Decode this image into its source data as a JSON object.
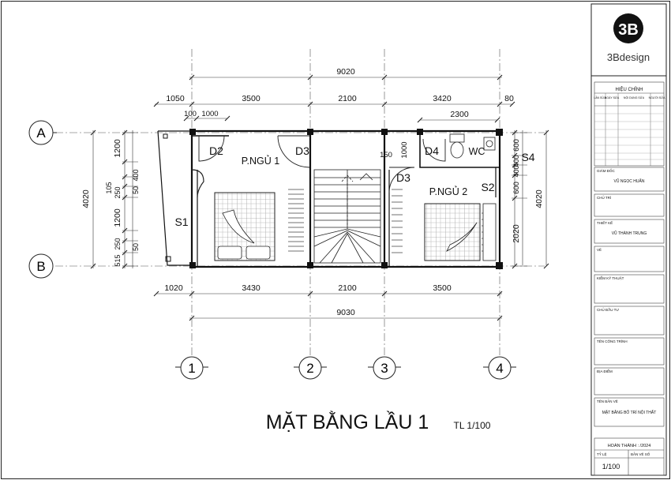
{
  "drawing": {
    "title": "MẶT BẰNG LẦU 1",
    "scale_label": "TL 1/100",
    "rooms": {
      "bed1": "P.NGỦ 1",
      "bed2": "P.NGỦ 2",
      "wc": "WC",
      "d2": "D2",
      "d3a": "D3",
      "d3b": "D3",
      "d4": "D4",
      "s1": "S1",
      "s2": "S2",
      "s4": "S4"
    },
    "grid_rows": [
      "A",
      "B"
    ],
    "grid_cols": [
      "1",
      "2",
      "3",
      "4"
    ],
    "dims_top": {
      "overall": "9020",
      "segments": [
        "1050",
        "3500",
        "2100",
        "3420",
        "80"
      ],
      "sub_left": [
        "100",
        "1000"
      ],
      "sub_wc": "2300",
      "stair_gap": "150",
      "wc_depth": "1000"
    },
    "dims_bottom": {
      "overall": "9030",
      "segments": [
        "1020",
        "3430",
        "2100",
        "3500"
      ]
    },
    "dims_left": {
      "overall": "4020",
      "chain": [
        "1200",
        "400",
        "50",
        "250",
        "105",
        "1200",
        "250",
        "50",
        "515"
      ]
    },
    "dims_right": {
      "overall": "4020",
      "chain": [
        "600",
        "400",
        "400",
        "600",
        "2020"
      ]
    }
  },
  "title_block": {
    "logo_mark": "3B",
    "brand": "3Bdesign",
    "revision_header": "HIỆU CHỈNH",
    "revision_cols": [
      "LẦN SỬA",
      "NGÀY SỬA",
      "NỘI DUNG SỬA",
      "NGƯỜI SỬA"
    ],
    "director_label": "GIÁM ĐỐC",
    "director_name": "VŨ NGỌC HUẤN",
    "lead_label": "CHỦ TRÌ",
    "designer_label": "THIẾT KẾ",
    "designer_name": "VŨ THÀNH TRUNG",
    "drafter_label": "VẼ",
    "checker_label": "KIỂM KỸ THUẬT",
    "investor_label": "CHỦ ĐẦU TƯ",
    "project_label": "TÊN CÔNG TRÌNH",
    "location_label": "ĐỊA ĐIỂM",
    "sheet_name_label": "TÊN BẢN VẼ",
    "sheet_name": "MẶT BẰNG BỐ TRÍ NỘI THẤT",
    "completion": "HOÀN THÀNH : /2024",
    "scale_label": "TỶ LỆ",
    "sheet_no_label": "BẢN VẼ SỐ",
    "scale_value": "1/100"
  }
}
